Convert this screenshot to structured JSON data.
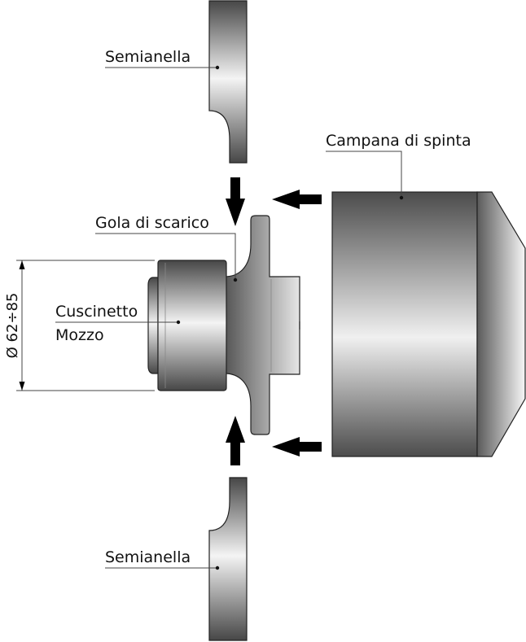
{
  "labels": {
    "half_ring_top": "Semianella",
    "half_ring_bottom": "Semianella",
    "push_bell": "Campana di spinta",
    "relief_groove": "Gola di scarico",
    "bearing": "Cuscinetto",
    "hub": "Mozzo",
    "diameter": "Ø 62÷85"
  },
  "colors": {
    "metal_dark": "#4a4a4a",
    "metal_light": "#f2f2f2",
    "arrow": "#000000"
  }
}
